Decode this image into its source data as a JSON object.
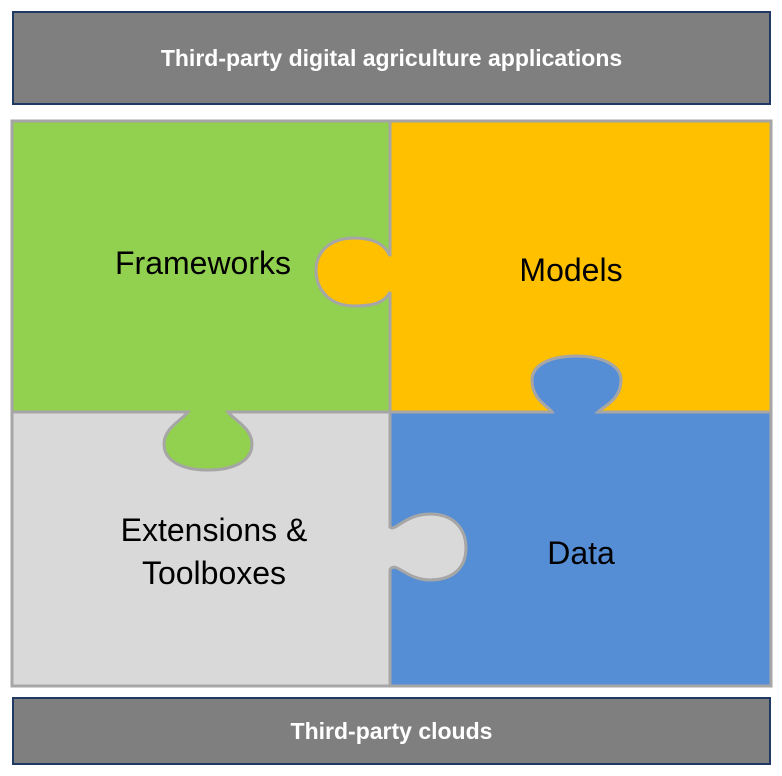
{
  "header": {
    "title": "Third-party digital agriculture applications"
  },
  "footer": {
    "title": "Third-party clouds"
  },
  "pieces": {
    "frameworks": {
      "label": "Frameworks",
      "color": "#92d050"
    },
    "models": {
      "label": "Models",
      "color": "#ffc000"
    },
    "extensions": {
      "line1": "Extensions &",
      "line2": "Toolboxes",
      "color": "#d9d9d9"
    },
    "data": {
      "label": "Data",
      "color": "#558ed5"
    }
  },
  "colors": {
    "bar_fill": "#7f7f7f",
    "bar_border": "#1f3864",
    "piece_border": "#a6a6a6"
  }
}
